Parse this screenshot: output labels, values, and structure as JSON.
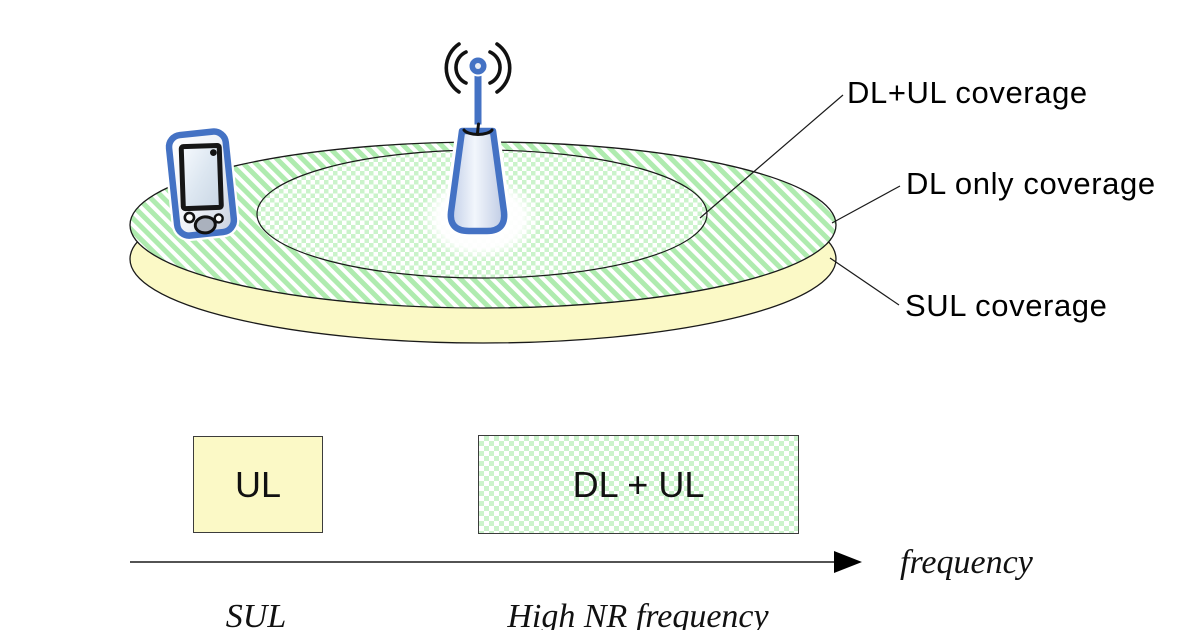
{
  "scene": {
    "coverage_labels": {
      "dl_ul": "DL+UL coverage",
      "dl_only": "DL only coverage",
      "sul": "SUL coverage"
    },
    "icons": {
      "base_station": "base-station-icon",
      "radio_waves": "radio-waves-icon",
      "mobile_device": "mobile-device-icon",
      "axis_arrow": "frequency-axis-arrow"
    },
    "frequency_axis": {
      "axis_label": "frequency",
      "bands": [
        {
          "label": "UL",
          "band_name": "SUL",
          "fill": "yellow"
        },
        {
          "label": "DL + UL",
          "band_name": "High NR frequency",
          "fill": "green-checker"
        }
      ]
    },
    "colors": {
      "device_blue": "#4472C4",
      "sul_yellow": "#FBF9C6",
      "checker_green": "#CBF3CB",
      "stripe_green": "#AFEBAF",
      "outline_black": "#1a1a1a"
    }
  }
}
